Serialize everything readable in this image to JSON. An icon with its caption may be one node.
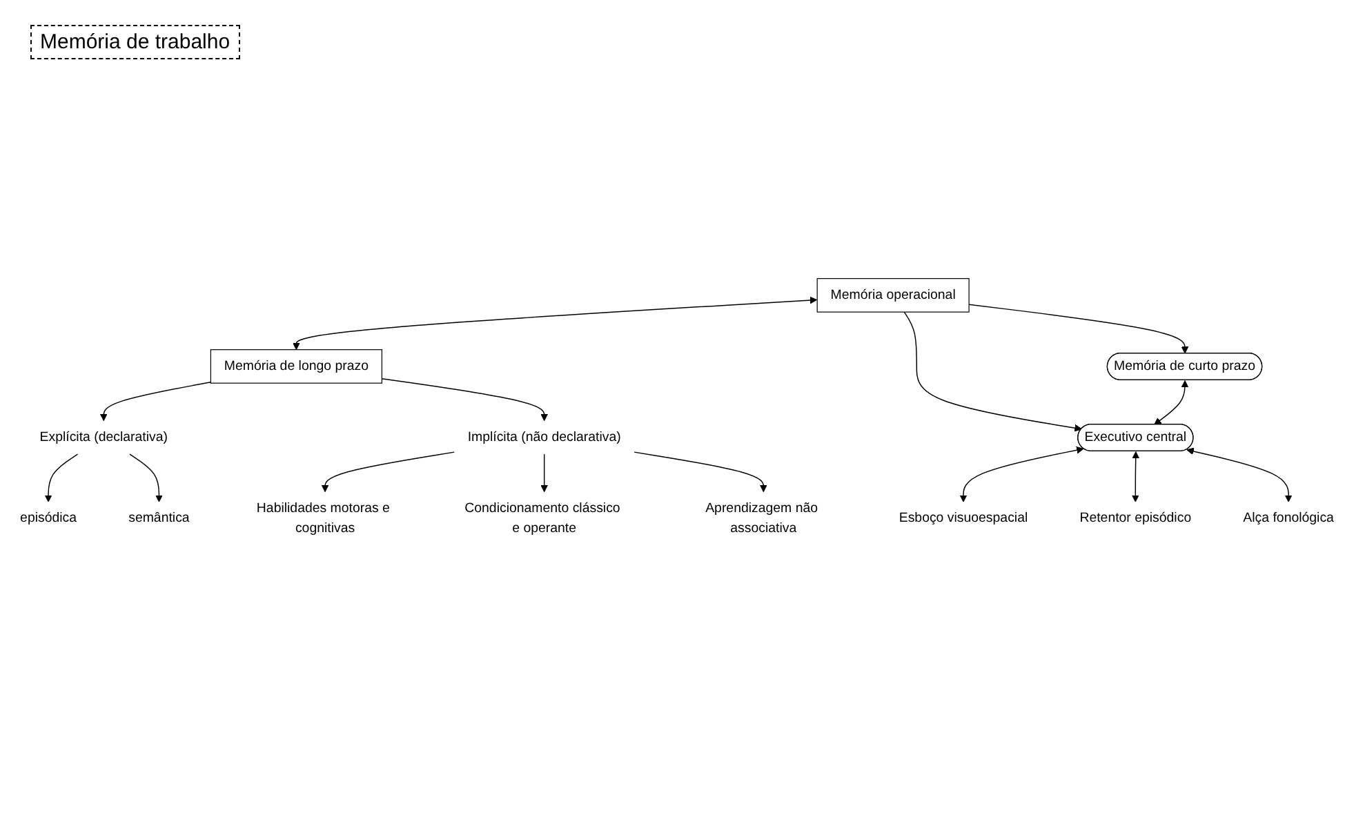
{
  "diagram": {
    "title": "Memória de trabalho",
    "nodes": [
      {
        "text": [
          "Memória operacional"
        ]
      },
      {
        "text": [
          "Memória de longo prazo"
        ]
      },
      {
        "text": [
          "Memória de curto prazo"
        ]
      },
      {
        "text": [
          "Executivo central"
        ]
      },
      {
        "text": [
          "Esboço visuoespacial"
        ]
      },
      {
        "text": [
          "Retentor episódico"
        ]
      },
      {
        "text": [
          "Alça fonológica"
        ]
      },
      {
        "text": [
          "Explícita (declarativa)"
        ]
      },
      {
        "text": [
          "Implícita (não declarativa)"
        ]
      },
      {
        "text": [
          "episódica"
        ]
      },
      {
        "text": [
          "semântica"
        ]
      },
      {
        "text": [
          "Habilidades motoras e cognitivas"
        ]
      },
      {
        "text": [
          "Condicionamento clássico e operante"
        ]
      },
      {
        "text": [
          "Aprendizagem não associativa"
        ]
      }
    ],
    "edges": [
      {
        "from": 0,
        "to": 1,
        "arrow": "both"
      },
      {
        "from": 0,
        "to": 2,
        "arrow": "to"
      },
      {
        "from": 0,
        "to": 3,
        "arrow": "to"
      },
      {
        "from": 2,
        "to": 3,
        "arrow": "both"
      },
      {
        "from": 3,
        "to": 4,
        "arrow": "both"
      },
      {
        "from": 3,
        "to": 5,
        "arrow": "both"
      },
      {
        "from": 3,
        "to": 6,
        "arrow": "both"
      },
      {
        "from": 1,
        "to": 7,
        "arrow": "to"
      },
      {
        "from": 1,
        "to": 8,
        "arrow": "to"
      },
      {
        "from": 7,
        "to": 9,
        "arrow": "to"
      },
      {
        "from": 7,
        "to": 10,
        "arrow": "to"
      },
      {
        "from": 8,
        "to": 11,
        "arrow": "to"
      },
      {
        "from": 8,
        "to": 12,
        "arrow": "to"
      },
      {
        "from": 8,
        "to": 13,
        "arrow": "to"
      }
    ]
  }
}
